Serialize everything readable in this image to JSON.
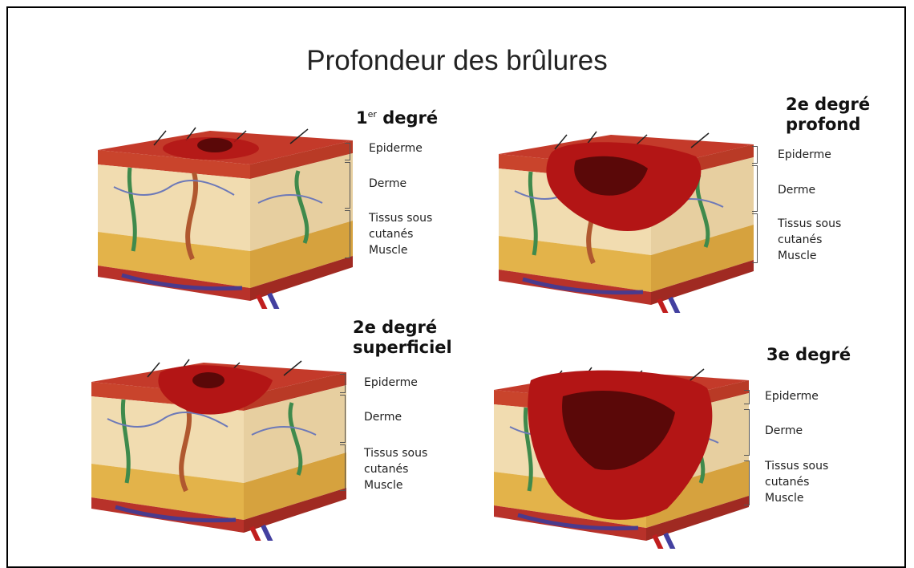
{
  "title": "Profondeur des brûlures",
  "panels": {
    "p1": {
      "heading_main": "1",
      "heading_sup": "er",
      "heading_rest": " degré",
      "labels": {
        "epiderme": "Epiderme",
        "derme": "Derme",
        "tissus_1": "Tissus sous",
        "tissus_2": "cutanés",
        "muscle": "Muscle"
      }
    },
    "p2": {
      "heading_1": "2e degré",
      "heading_2": "profond",
      "labels": {
        "epiderme": "Epiderme",
        "derme": "Derme",
        "tissus_1": "Tissus sous",
        "tissus_2": "cutanés",
        "muscle": "Muscle"
      }
    },
    "p3": {
      "heading_1": "2e degré",
      "heading_2": "superficiel",
      "labels": {
        "epiderme": "Epiderme",
        "derme": "Derme",
        "tissus_1": "Tissus sous",
        "tissus_2": "cutanés",
        "muscle": "Muscle"
      }
    },
    "p4": {
      "heading_1": "3e degré",
      "labels": {
        "epiderme": "Epiderme",
        "derme": "Derme",
        "tissus_1": "Tissus sous",
        "tissus_2": "cutanés",
        "muscle": "Muscle"
      }
    }
  },
  "colors": {
    "burn": "#b31515",
    "burn_dark": "#5a0808",
    "dermis": "#f1dcb0",
    "fat": "#e3b34a",
    "epidermis": "#c9442c"
  }
}
